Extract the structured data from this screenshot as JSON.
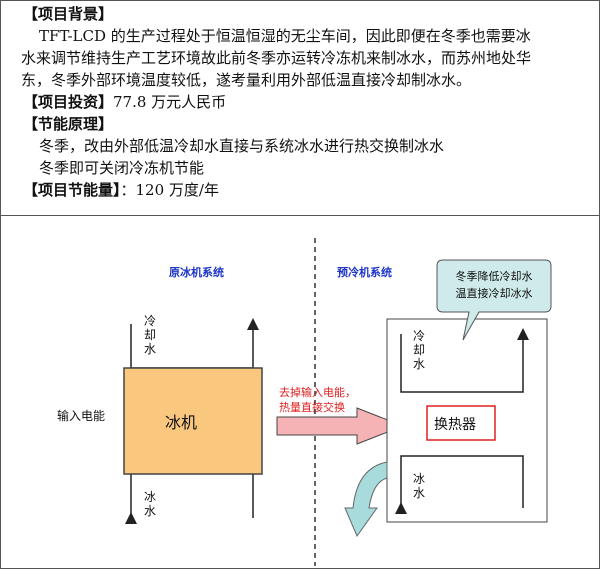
{
  "text": {
    "background_label": "【项目背景】",
    "background_1": "TFT-LCD 的生产过程处于恒温恒湿的无尘车间，因此即便在冬季也需要冰",
    "background_2": "水来调节维持生产工艺环境故此前冬季亦运转冷冻机来制冰水，而苏州地处华",
    "background_3": "东，冬季外部环境温度较低，遂考量利用外部低温直接冷却制冰水。",
    "investment_label": "【项目投资】",
    "investment_value": "77.8 万元人民币",
    "principle_label": "【节能原理】",
    "principle_1": "冬季，改由外部低温冷却水直接与系统冰水进行热交换制冰水",
    "principle_2": "冬季即可关闭冷冻机节能",
    "savings_label": "【项目节能量】",
    "savings_value": "：120 万度/年"
  },
  "diagram": {
    "left_title": "原冰机系统",
    "right_title": "预冷机系统",
    "input_power": "输入电能",
    "chiller": "冰机",
    "cooling_water": "冷却水",
    "chilled_water": "冰水",
    "remove_note_1": "去掉输入电能，",
    "remove_note_2": "热量直接交换",
    "heat_exchanger": "换热器",
    "bubble_1": "冬季降低冷却水",
    "bubble_2": "温直接冷却冰水"
  },
  "colors": {
    "chiller_fill": "#f9c77e",
    "title_blue": "#1f36c7",
    "note_red": "#e02020",
    "arrow_fill": "#f6b3b5",
    "bubble_fill": "#cfeaea",
    "curve_fill": "#a8dcdc"
  }
}
